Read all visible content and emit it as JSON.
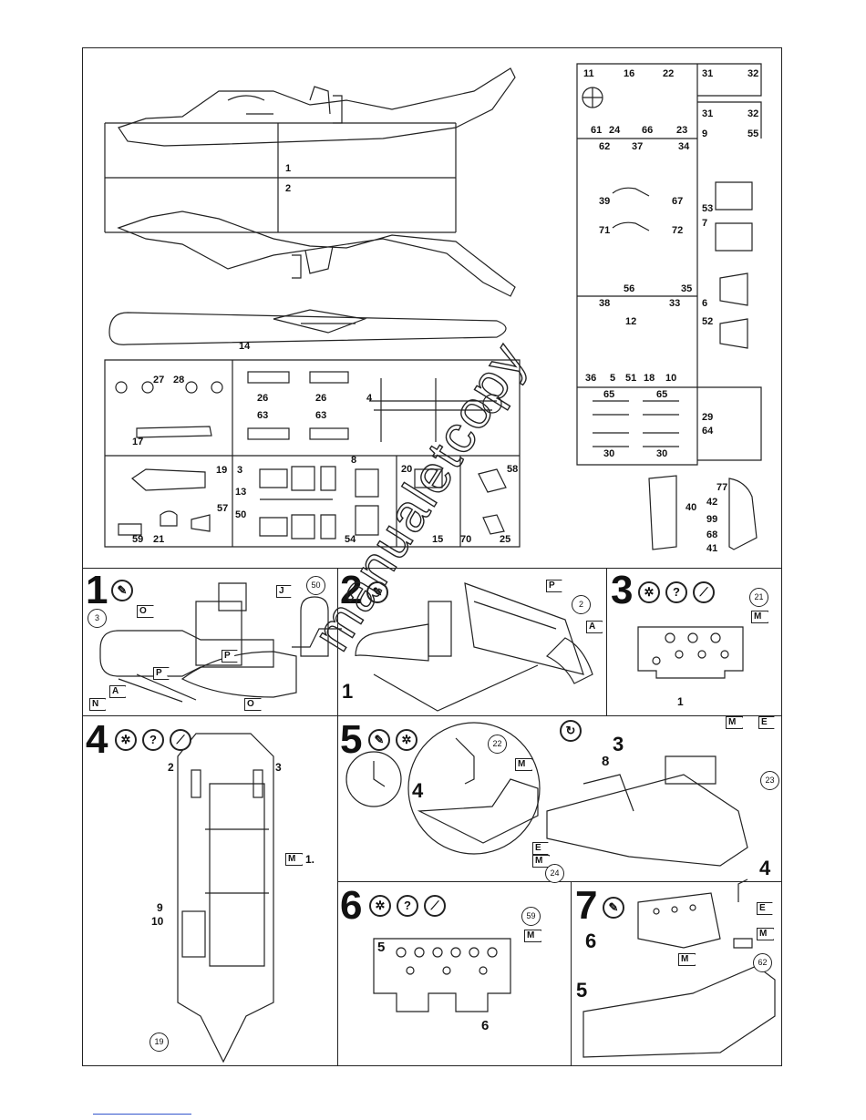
{
  "sprues": {
    "main_labels": [
      "1",
      "2",
      "14",
      "27",
      "28",
      "26",
      "26",
      "4",
      "63",
      "63",
      "17",
      "19",
      "3",
      "8",
      "20",
      "58",
      "13",
      "57",
      "50",
      "54",
      "59",
      "21",
      "15",
      "70",
      "25"
    ],
    "right_labels": [
      "11",
      "16",
      "22",
      "31",
      "32",
      "31",
      "32",
      "61",
      "24",
      "66",
      "23",
      "9",
      "55",
      "62",
      "37",
      "34",
      "39",
      "67",
      "53",
      "71",
      "72",
      "7",
      "56",
      "35",
      "6",
      "38",
      "33",
      "12",
      "52",
      "36",
      "5",
      "51",
      "18",
      "10",
      "65",
      "65",
      "29",
      "64",
      "30",
      "30"
    ],
    "loose_labels": [
      "77",
      "40",
      "42",
      "99",
      "68",
      "41"
    ]
  },
  "steps": {
    "s1": {
      "number": "1",
      "callouts": [
        "50",
        "3"
      ],
      "flags": [
        "J",
        "O",
        "P",
        "P",
        "A",
        "N",
        "O"
      ]
    },
    "s2": {
      "number": "2",
      "callouts": [
        "2"
      ],
      "flags": [
        "P",
        "A"
      ],
      "part": "1"
    },
    "s3": {
      "number": "3",
      "callouts": [
        "21"
      ],
      "flags": [
        "M"
      ],
      "part": "1"
    },
    "s4": {
      "number": "4",
      "labels": [
        "2",
        "3",
        "1.",
        "9",
        "10"
      ],
      "callouts": [
        "19"
      ],
      "flags": [
        "M"
      ]
    },
    "s5": {
      "number": "5",
      "labels": [
        "4",
        "3",
        "8",
        "4"
      ],
      "callouts": [
        "22",
        "23",
        "24"
      ],
      "flags": [
        "M",
        "M",
        "E",
        "E",
        "M"
      ]
    },
    "s6": {
      "number": "6",
      "labels": [
        "5",
        "6"
      ],
      "callouts": [
        "59"
      ],
      "flags": [
        "M"
      ]
    },
    "s7": {
      "number": "7",
      "labels": [
        "6",
        "5"
      ],
      "callouts": [
        "62"
      ],
      "flags": [
        "E",
        "M",
        "M"
      ]
    }
  },
  "icons": {
    "paint": "✎",
    "question": "?",
    "brush": "⟋",
    "cement": "✲",
    "rotate": "↻"
  },
  "watermark": "manualetcopy"
}
